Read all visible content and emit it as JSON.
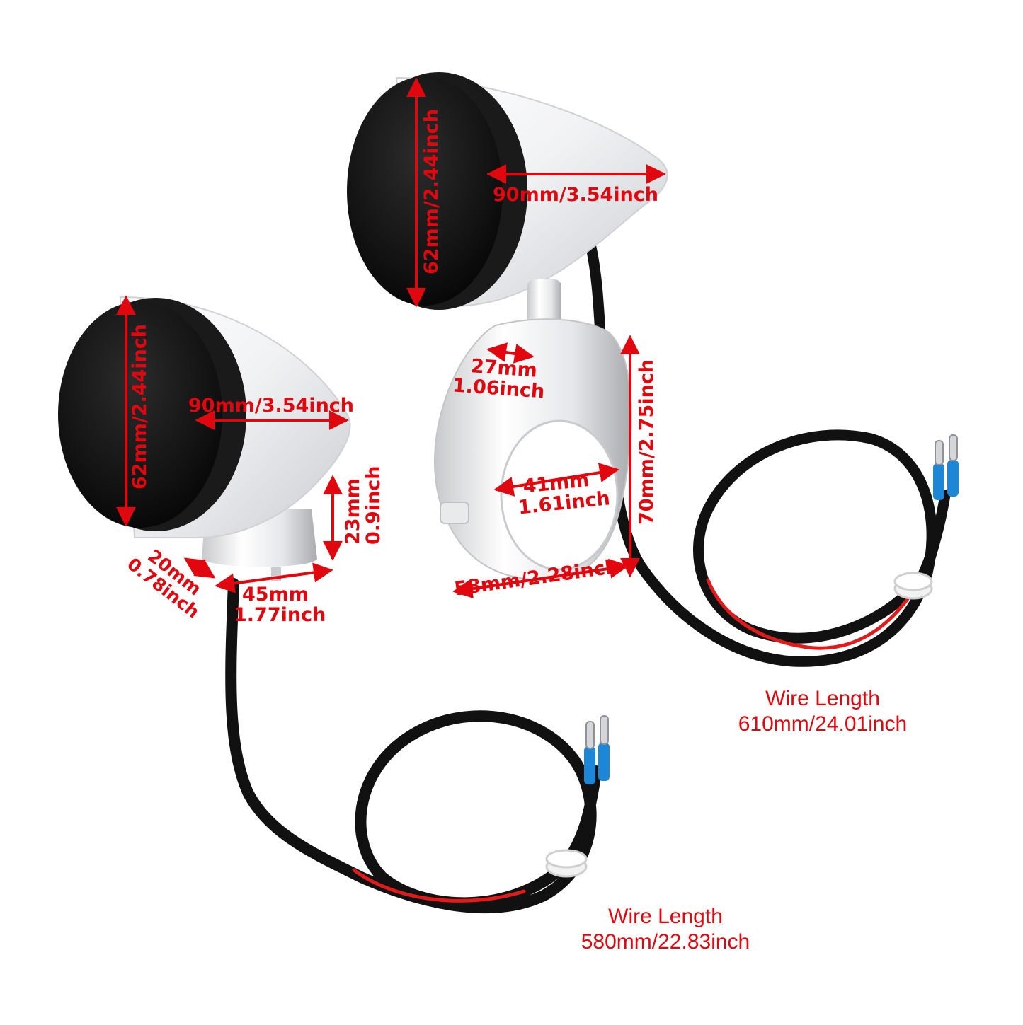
{
  "colors": {
    "dimension": "#e0070e",
    "lens": "#111111",
    "chrome": "#f2f3f5",
    "wire": "#111111",
    "wire_red": "#e01b1b",
    "terminal_blue": "#1d86d6"
  },
  "top_speaker": {
    "height_label": "62mm/2.44inch",
    "length_label": "90mm/3.54inch"
  },
  "left_speaker": {
    "height_label": "62mm/2.44inch",
    "length_label": "90mm/3.54inch",
    "stem_height": {
      "mm": "23mm",
      "inch": "0.9inch"
    },
    "stem_depth": {
      "mm": "20mm",
      "inch": "0.78inch"
    },
    "stem_width": {
      "mm": "45mm",
      "inch": "1.77inch"
    }
  },
  "clamp": {
    "neck_width": {
      "mm": "27mm",
      "inch": "1.06inch"
    },
    "inner_diameter": {
      "mm": "41mm",
      "inch": "1.61inch"
    },
    "height_label": "70mm/2.75inch",
    "width_label": "58mm/2.28inch"
  },
  "wire_right": {
    "title": "Wire Length",
    "value": "610mm/24.01inch"
  },
  "wire_left": {
    "title": "Wire Length",
    "value": "580mm/22.83inch"
  }
}
